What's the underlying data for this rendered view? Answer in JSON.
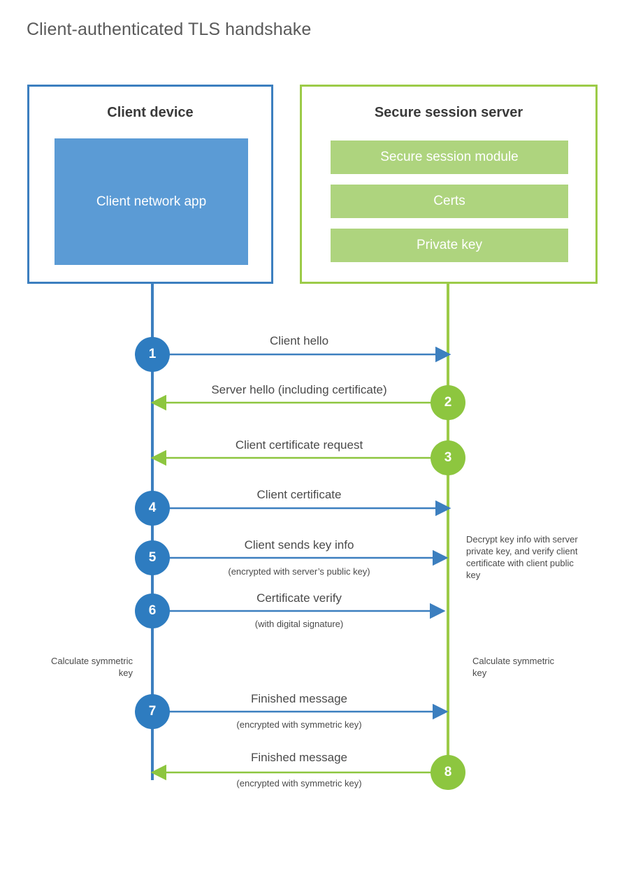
{
  "title": "Client-authenticated TLS handshake",
  "colors": {
    "client_accent": "#3C7FBF",
    "client_app_fill": "#5B9BD5",
    "server_accent": "#9CCB48",
    "server_bar_fill": "#AED47E",
    "step_blue": "#2E7CC0",
    "step_green": "#8DC63F",
    "text": "#4a4a4a",
    "title_text": "#5a5a5a",
    "background": "#ffffff"
  },
  "actors": {
    "client": {
      "title": "Client device",
      "app_label": "Client network app"
    },
    "server": {
      "title": "Secure session server",
      "components": [
        "Secure session module",
        "Certs",
        "Private key"
      ]
    }
  },
  "steps": [
    {
      "number": "1",
      "label": "Client hello",
      "sub": "",
      "direction": "client-to-server",
      "color": "blue"
    },
    {
      "number": "2",
      "label": "Server hello (including certificate)",
      "sub": "",
      "direction": "server-to-client",
      "color": "green"
    },
    {
      "number": "3",
      "label": "Client certificate request",
      "sub": "",
      "direction": "server-to-client",
      "color": "green"
    },
    {
      "number": "4",
      "label": "Client certificate",
      "sub": "",
      "direction": "client-to-server",
      "color": "blue"
    },
    {
      "number": "5",
      "label": "Client sends key info",
      "sub": "(encrypted with server’s public key)",
      "direction": "client-to-server",
      "color": "blue"
    },
    {
      "number": "6",
      "label": "Certificate verify",
      "sub": "(with digital signature)",
      "direction": "client-to-server",
      "color": "blue"
    },
    {
      "number": "7",
      "label": "Finished message",
      "sub": "(encrypted with symmetric key)",
      "direction": "client-to-server",
      "color": "blue"
    },
    {
      "number": "8",
      "label": "Finished message",
      "sub": "(encrypted with symmetric key)",
      "direction": "server-to-client",
      "color": "green"
    }
  ],
  "annotations": {
    "server_decrypt": "Decrypt key info with server private key, and verify client certificate with client public key",
    "client_calculate": "Calculate symmetric key",
    "server_calculate": "Calculate symmetric key"
  }
}
